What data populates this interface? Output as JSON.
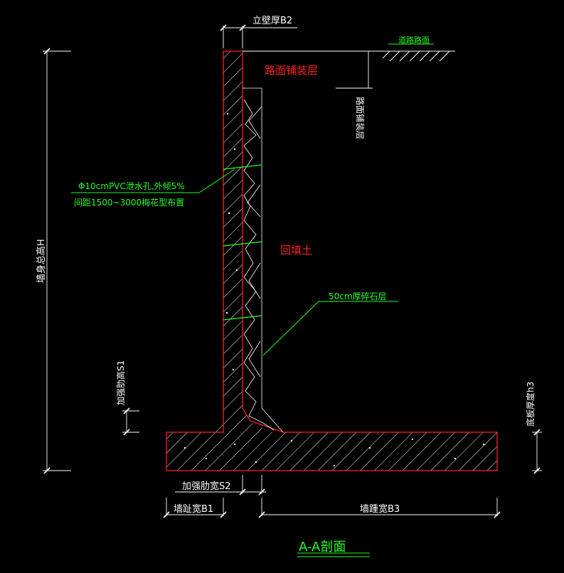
{
  "labels": {
    "wall_thickness": "立壁厚B2",
    "road_surface": "道路路面",
    "pavement_layer_red": "路面铺装层",
    "pavement_layer_vertical": "路面铺装层",
    "drain_pipe_line1": "Φ10cmPVC泄水孔,外倾5%",
    "drain_pipe_line2": "间距1500~3000梅花型布置",
    "wall_total_height": "墙身总高H",
    "backfill": "回填土",
    "gravel_layer": "50cm厚碎石层",
    "haunch_height": "加强肋高S1",
    "base_thickness": "底板厚度h3",
    "haunch_width": "加强肋宽S2",
    "toe_width": "墙趾宽B1",
    "heel_width": "墙踵宽B3",
    "section_title": "A-A剖面"
  },
  "colors": {
    "background": "#000000",
    "outline": "#ff2020",
    "dimension": "#ffffff",
    "leader": "#22ff22",
    "hatch": "#ffffff"
  }
}
